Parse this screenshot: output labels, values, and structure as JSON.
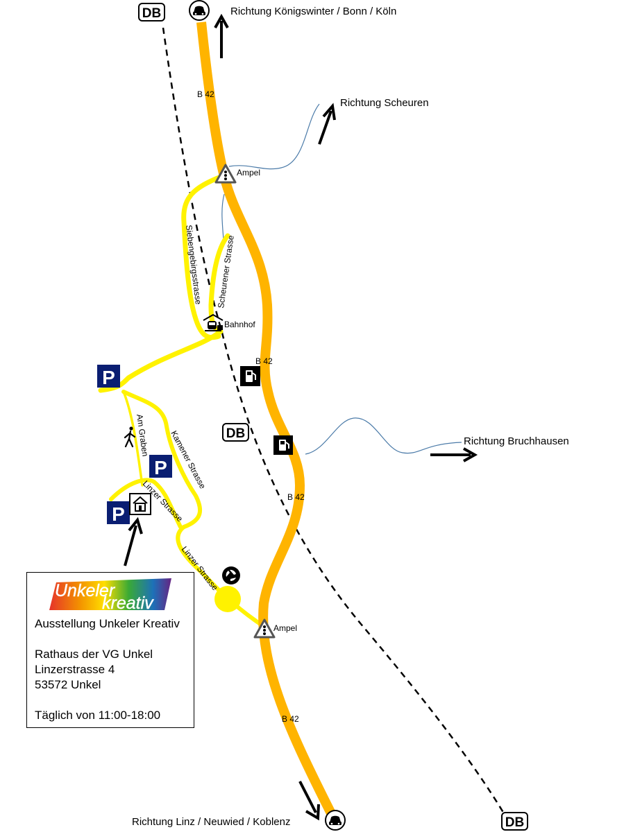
{
  "directions": {
    "north": "Richtung Königswinter / Bonn / Köln",
    "scheuren": "Richtung Scheuren",
    "bruchhausen": "Richtung Bruchhausen",
    "south": "Richtung Linz / Neuwied / Koblenz"
  },
  "road_labels": {
    "b42_1": "B 42",
    "b42_2": "B 42",
    "b42_3": "B 42",
    "b42_4": "B 42"
  },
  "places": {
    "ampel_north": "Ampel",
    "ampel_south": "Ampel",
    "bahnhof": "Bahnhof"
  },
  "streets": {
    "siebengebirgsstrasse": "Siebengebirgsstrasse",
    "scheurener_strasse": "Scheurener Strasse",
    "am_graben": "Am Graben",
    "kamener_strasse": "Kamener Strasse",
    "linzer_strasse_1": "Linzer Strasse",
    "linzer_strasse_2": "Linzer Strasse"
  },
  "icons": {
    "db_logo_text": "DB",
    "parking_text": "P"
  },
  "logo": {
    "line1": "Unkeler",
    "line2": "kreativ"
  },
  "info": {
    "title": "Ausstellung Unkeler Kreativ",
    "address_line1": "Rathaus der VG Unkel",
    "address_line2": "Linzerstrasse 4",
    "address_line3": "53572 Unkel",
    "hours": "Täglich von 11:00-18:00"
  },
  "colors": {
    "main_road": "#FFB400",
    "local_road": "#FFF200",
    "parking_blue": "#0A1E72",
    "stream": "#4A7AA8"
  }
}
